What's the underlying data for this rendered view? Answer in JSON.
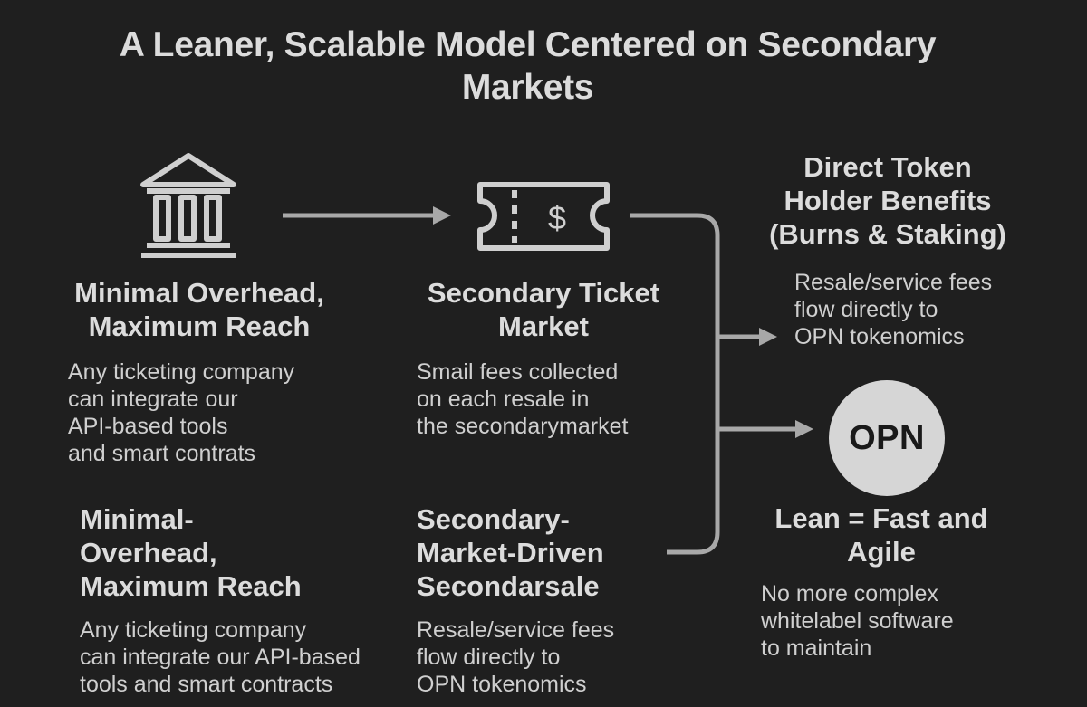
{
  "title": "A Leaner, Scalable Model Centered on Secondary Markets",
  "col1": {
    "heading": [
      "Minimal Overhead,",
      "Maximum Reach"
    ],
    "body": [
      "Any ticketing company",
      "can integrate our",
      "API-based tools",
      "and smart contrats"
    ],
    "heading2": [
      "Minimal-",
      "Overhead,",
      "Maximum Reach"
    ],
    "body2": [
      "Any ticketing company",
      "can integrate our API-based",
      "tools and smart contracts"
    ]
  },
  "col2": {
    "heading": [
      "Secondary Ticket",
      "Market"
    ],
    "body": [
      "Smail fees collected",
      "on each resale in",
      "the secondarymarket"
    ],
    "heading2": [
      "Secondary-",
      "Market-Driven",
      "Secondarsale"
    ],
    "body2": [
      "Resale/service fees",
      "flow directly to",
      "OPN tokenomics"
    ]
  },
  "col3": {
    "heading": [
      "Direct Token",
      "Holder Benefits",
      "(Burns & Staking)"
    ],
    "body": [
      "Resale/service fees",
      "flow directly to",
      "OPN tokenomics"
    ],
    "badge": "OPN",
    "heading2": [
      "Lean = Fast and",
      "Agile"
    ],
    "body2": [
      "No more complex",
      "whitelabel software",
      "to maintain"
    ]
  },
  "icons": {
    "bank": "bank-icon",
    "ticket": "ticket-dollar-icon",
    "ticket_symbol": "$"
  },
  "colors": {
    "background": "#1f1f1f",
    "text": "#d9d9d9",
    "lines": "#a8a8a8",
    "badge": "#d6d6d6"
  }
}
